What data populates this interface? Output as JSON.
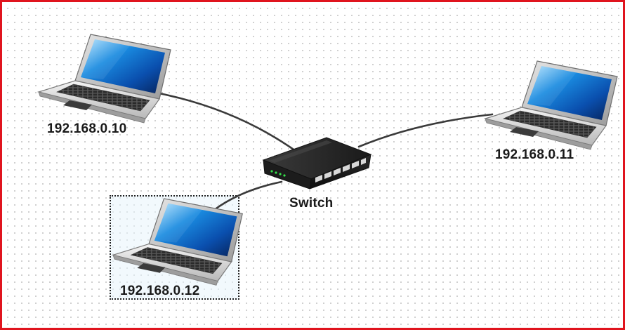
{
  "diagram": {
    "type": "network-topology",
    "border_color": "#e0141e",
    "nodes": [
      {
        "id": "laptop1",
        "kind": "laptop",
        "label": "192.168.0.10"
      },
      {
        "id": "laptop2",
        "kind": "laptop",
        "label": "192.168.0.11"
      },
      {
        "id": "laptop3",
        "kind": "laptop",
        "label": "192.168.0.12",
        "selected": true
      },
      {
        "id": "switch",
        "kind": "switch",
        "label": "Switch"
      }
    ],
    "edges": [
      {
        "from": "laptop1",
        "to": "switch"
      },
      {
        "from": "laptop2",
        "to": "switch"
      },
      {
        "from": "laptop3",
        "to": "switch"
      }
    ]
  }
}
